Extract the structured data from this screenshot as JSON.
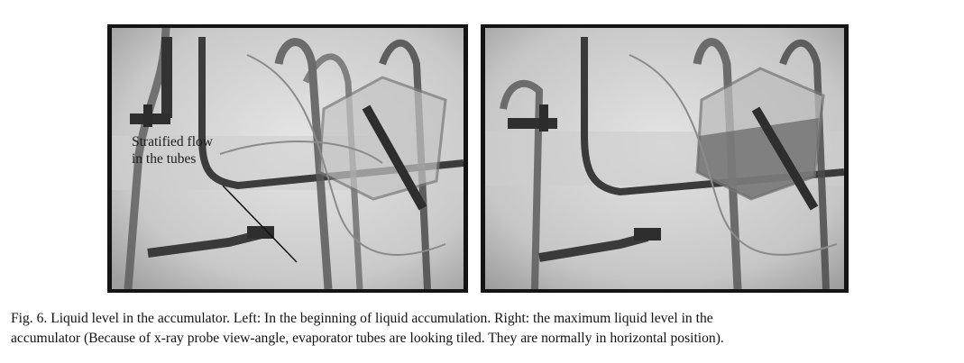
{
  "figure": {
    "annotation": {
      "line1": "Stratified flow",
      "line2": "in the tubes"
    },
    "caption": {
      "line1": "Fig. 6. Liquid level in the accumulator. Left: In the beginning of liquid accumulation. Right: the maximum liquid level in the",
      "line2": "accumulator (Because of x-ray probe view-angle, evaporator tubes are looking tiled. They are normally in horizontal position)."
    }
  },
  "colors": {
    "frame": "#141414",
    "xray_light": "#d9d9d9",
    "xray_mid": "#8a8a8a",
    "xray_dark": "#3a3a3a"
  }
}
